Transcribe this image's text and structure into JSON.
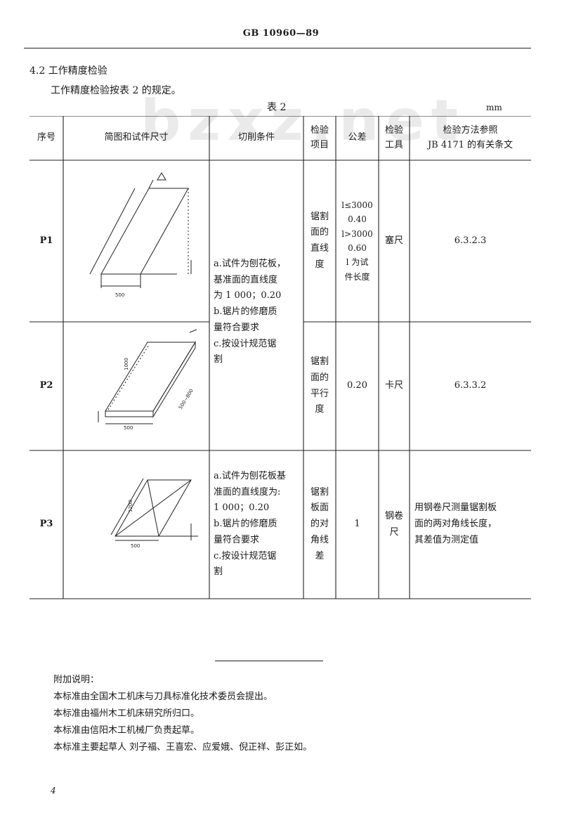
{
  "header": {
    "standard_code": "GB 10960—89"
  },
  "section": {
    "title": "4.2  工作精度检验",
    "body": "工作精度检验按表 2 的规定。"
  },
  "watermark": "bzxz.net",
  "table": {
    "caption": "表 2",
    "unit": "mm",
    "headers": {
      "no": "序号",
      "figure": "简图和试件尺寸",
      "cutting": "切削条件",
      "item": "检验\n项目",
      "tolerance": "公差",
      "tool": "检验\n工具",
      "method": "检验方法参照\nJB 4171 的有关条文"
    },
    "rows": [
      {
        "no": "P1",
        "item": "锯割\n面的\n直线\n度",
        "tolerance": "l≤3000\n0.40\nl>3000\n0.60\nl 为试\n件长度",
        "tool": "塞尺",
        "method": "6.3.2.3",
        "fig_labels": [
          "500"
        ]
      },
      {
        "no": "P2",
        "item": "锯割\n面的\n平行\n度",
        "tolerance": "0.20",
        "tool": "卡尺",
        "method": "6.3.3.2",
        "fig_labels": [
          "1000",
          "500",
          "500~800"
        ]
      },
      {
        "no": "P3",
        "cutting": "a.试件为刨花板基\n准面的直线度为:\n1 000；0.20\nb.锯片的修磨质\n量符合要求\nc.按设计规范锯\n割",
        "item": "锯割\n板面\n的对\n角线\n差",
        "tolerance": "1",
        "tool": "钢卷\n尺",
        "method": "用钢卷尺测量锯割板\n面的两对角线长度，\n其差值为测定值",
        "fig_labels": [
          "1200",
          "500"
        ]
      }
    ],
    "shared_cutting": "a.试件为刨花板，\n基准面的直线度\n为 1 000；0.20\nb.锯片的修磨质\n量符合要求\nc.按设计规范锯\n割"
  },
  "notes": {
    "title": "附加说明：",
    "lines": [
      "本标准由全国木工机床与刀具标准化技术委员会提出。",
      "本标准由福州木工机床研究所归口。",
      "本标准由信阳木工机械厂负责起草。",
      "本标准主要起草人  刘子福、王喜宏、应爱娥、倪正祥、彭正如。"
    ]
  },
  "page_number": "4"
}
